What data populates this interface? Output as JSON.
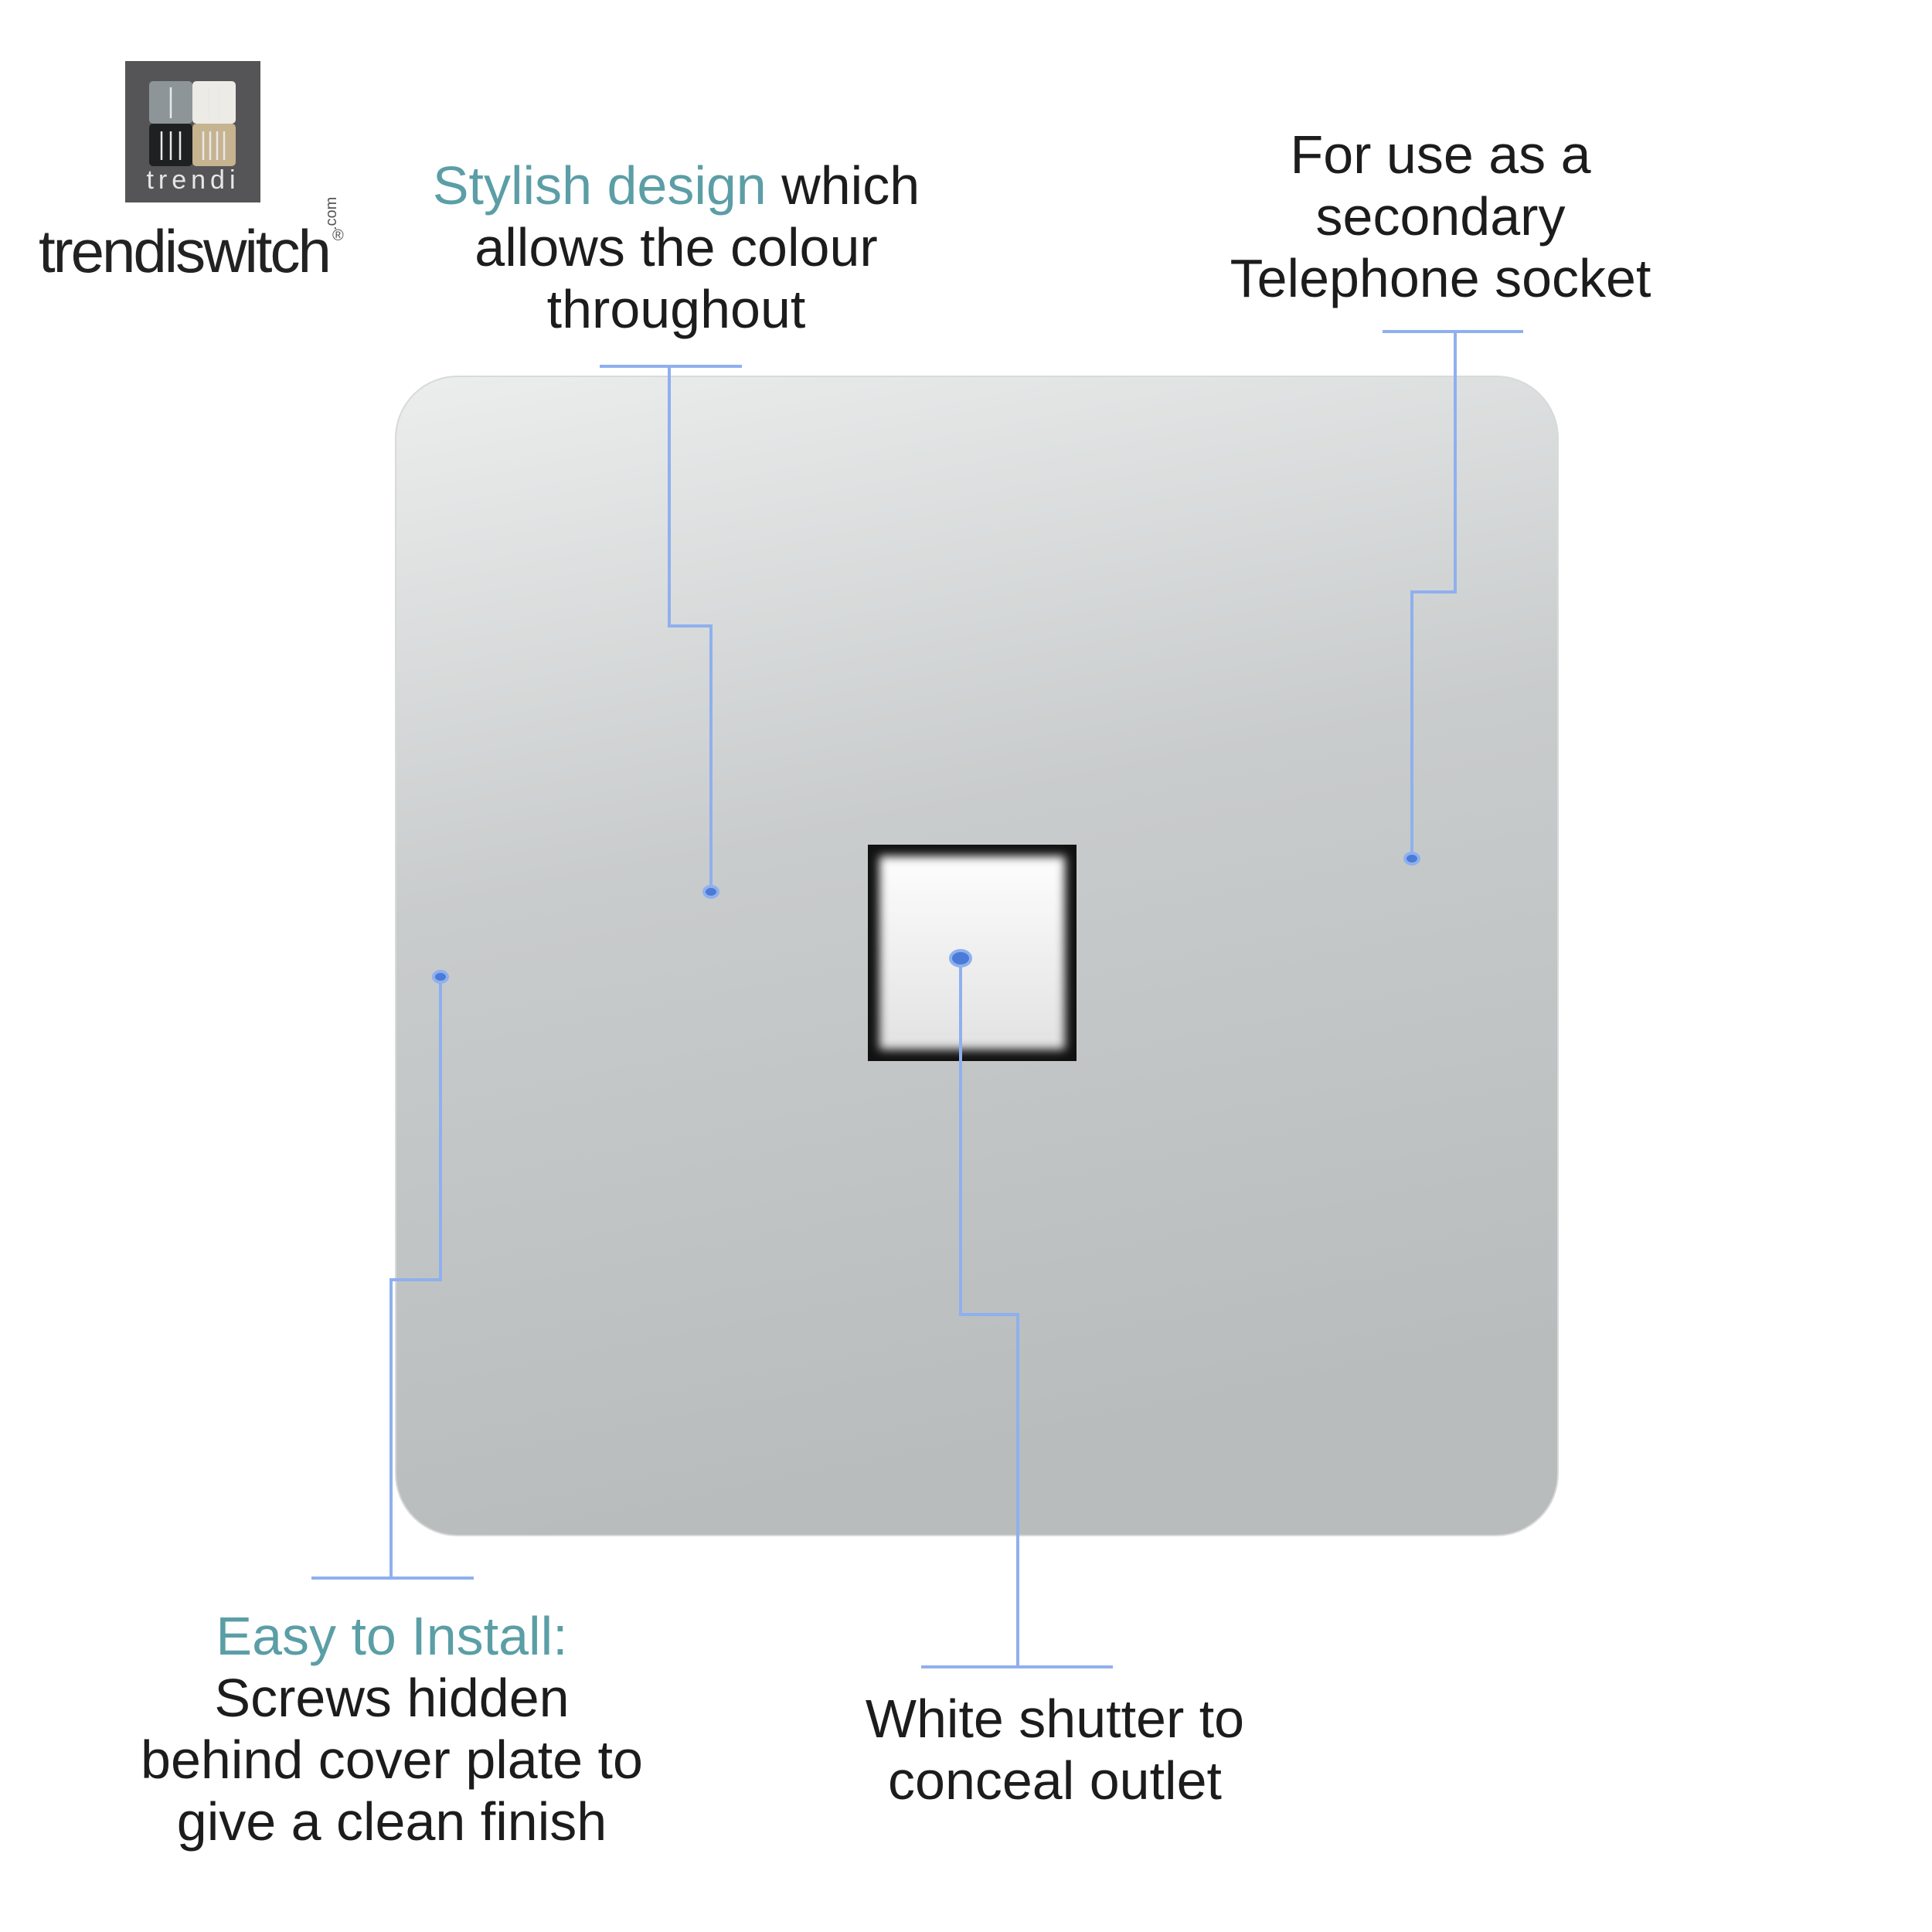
{
  "brand": {
    "logo_box_text": "trendi",
    "wordmark": "trendiswitch",
    "wordmark_suffix": ".com",
    "registered_mark": "®",
    "tile_colors": [
      "#8e9599",
      "#ecebe6",
      "#1e2022",
      "#c6b38f"
    ],
    "box_color": "#555557"
  },
  "callouts": {
    "design": {
      "accent": "Stylish design",
      "rest": " which",
      "line2": "allows the colour",
      "line3": "throughout"
    },
    "telephone": {
      "line1": "For use as a",
      "line2": "secondary",
      "line3": "Telephone socket"
    },
    "install": {
      "accent": "Easy to Install:",
      "line2": "Screws hidden",
      "line3": "behind cover plate to",
      "line4": "give a clean finish"
    },
    "shutter": {
      "line1": "White shutter to",
      "line2": "conceal outlet"
    }
  },
  "colors": {
    "accent_text": "#5b9ea6",
    "leader_line": "#8fb0ee",
    "leader_dot": "#4a7bd8",
    "plate": "#c3c6c6"
  }
}
